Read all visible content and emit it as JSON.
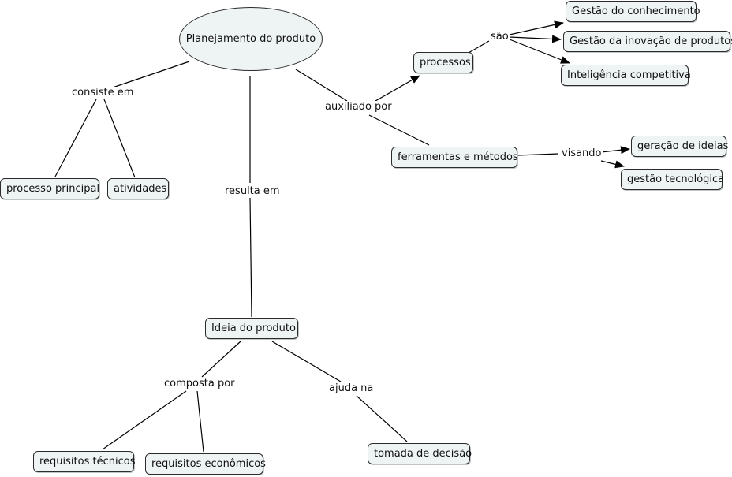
{
  "concept_map": {
    "root": "Planejamento do produto",
    "concepts": {
      "processos": "processos",
      "gestao_conhecimento": "Gestão do conhecimento",
      "gestao_inovacao": "Gestão da inovação de produtos",
      "inteligencia": "Inteligência competitiva",
      "ferramentas": "ferramentas e métodos",
      "geracao_ideias": "geração de ideias",
      "gestao_tecnologica": "gestão tecnológica",
      "processo_principal": "processo principal",
      "atividades": "atividades",
      "ideia_produto": "Ideia do produto",
      "req_tecnicos": "requisitos técnicos",
      "req_economicos": "requisitos econômicos",
      "tomada_decisao": "tomada de decisão"
    },
    "linking_phrases": {
      "consiste_em": "consiste em",
      "auxiliado_por": "auxiliado por",
      "sao": "são",
      "visando": "visando",
      "resulta_em": "resulta em",
      "composta_por": "composta por",
      "ajuda_na": "ajuda na"
    }
  },
  "colors": {
    "node_fill": "#eef3f4",
    "node_border": "#2b2b2b",
    "line": "#000000"
  }
}
